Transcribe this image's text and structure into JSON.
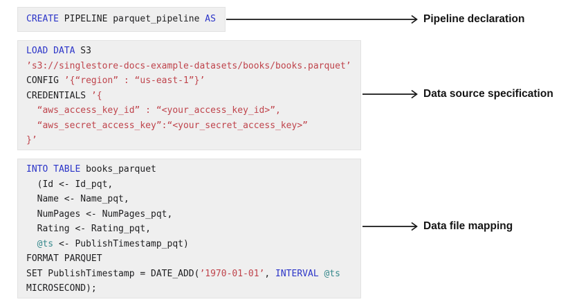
{
  "colors": {
    "plain": "#1d1d1f",
    "keyword": "#2b34c8",
    "string": "#bf434b",
    "variable": "#35888b",
    "block_bg": "#efefef",
    "block_border": "#e2e2e2",
    "arrow": "#141414",
    "label_text": "#141414"
  },
  "code_blocks": [
    {
      "id": "pipeline-declaration",
      "annotation": "Pipeline declaration",
      "lines": [
        [
          {
            "t": "CREATE",
            "c": "keyword"
          },
          {
            "t": " PIPELINE parquet_pipeline ",
            "c": "plain"
          },
          {
            "t": "AS",
            "c": "keyword"
          }
        ]
      ]
    },
    {
      "id": "data-source-specification",
      "annotation": "Data source specification",
      "lines": [
        [
          {
            "t": "LOAD DATA",
            "c": "keyword"
          },
          {
            "t": " S3",
            "c": "plain"
          }
        ],
        [
          {
            "t": "’s3://singlestore-docs-example-datasets/books/books.parquet’",
            "c": "string"
          }
        ],
        [
          {
            "t": "CONFIG ",
            "c": "plain"
          },
          {
            "t": "’{“region” : “us-east-1”}’",
            "c": "string"
          }
        ],
        [
          {
            "t": "CREDENTIALS ",
            "c": "plain"
          },
          {
            "t": "’{",
            "c": "string"
          }
        ],
        [
          {
            "t": "  “aws_access_key_id” : “<your_access_key_id>”,",
            "c": "string"
          }
        ],
        [
          {
            "t": "  “aws_secret_access_key”:“<your_secret_access_key>”",
            "c": "string"
          }
        ],
        [
          {
            "t": "}’",
            "c": "string"
          }
        ]
      ]
    },
    {
      "id": "data-file-mapping",
      "annotation": "Data file mapping",
      "lines": [
        [
          {
            "t": "INTO TABLE",
            "c": "keyword"
          },
          {
            "t": " books_parquet",
            "c": "plain"
          }
        ],
        [
          {
            "t": "  (Id <- Id_pqt,",
            "c": "plain"
          }
        ],
        [
          {
            "t": "  Name <- Name_pqt,",
            "c": "plain"
          }
        ],
        [
          {
            "t": "  NumPages <- NumPages_pqt,",
            "c": "plain"
          }
        ],
        [
          {
            "t": "  Rating <- Rating_pqt,",
            "c": "plain"
          }
        ],
        [
          {
            "t": "  ",
            "c": "plain"
          },
          {
            "t": "@ts",
            "c": "variable"
          },
          {
            "t": " <- PublishTimestamp_pqt)",
            "c": "plain"
          }
        ],
        [
          {
            "t": "FORMAT PARQUET",
            "c": "plain"
          }
        ],
        [
          {
            "t": "SET PublishTimestamp = DATE_ADD(",
            "c": "plain"
          },
          {
            "t": "’1970-01-01’",
            "c": "string"
          },
          {
            "t": ", ",
            "c": "plain"
          },
          {
            "t": "INTERVAL",
            "c": "keyword"
          },
          {
            "t": " ",
            "c": "plain"
          },
          {
            "t": "@ts",
            "c": "variable"
          }
        ],
        [
          {
            "t": "MICROSECOND);",
            "c": "plain"
          }
        ]
      ]
    }
  ]
}
